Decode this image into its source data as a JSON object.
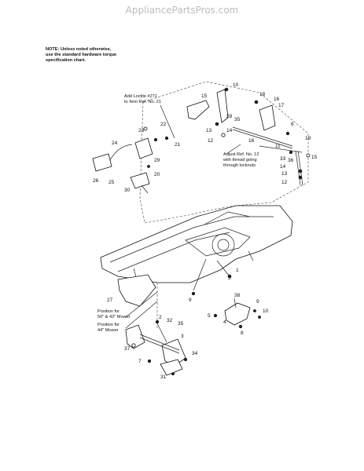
{
  "watermark": "AppliancePartsPros.com",
  "note": {
    "line1": "NOTE: Unless noted otherwise,",
    "line2": "use the standard hardware torque",
    "line3": "specification chart."
  },
  "callouts": {
    "loctite": [
      "Add Loctite #271",
      "to Item Ref. No. 21"
    ],
    "adjust": [
      "Adjust Ref. No. 12",
      "with thread going",
      "through locknuts"
    ],
    "pos50": [
      "Position for",
      "50\" & 42\" Mower"
    ],
    "pos44": [
      "Position for",
      "44\" Mower"
    ]
  },
  "part_labels": [
    "10",
    "15",
    "18",
    "16",
    "17",
    "28",
    "35",
    "13",
    "14",
    "6",
    "12",
    "16",
    "11",
    "19",
    "15",
    "36",
    "33",
    "14",
    "13",
    "12",
    "22",
    "23",
    "21",
    "24",
    "26",
    "29",
    "20",
    "25",
    "30",
    "1",
    "5",
    "27",
    "9",
    "38",
    "9",
    "10",
    "5",
    "4",
    "8",
    "2",
    "35",
    "32",
    "3",
    "37",
    "34",
    "7",
    "31"
  ]
}
